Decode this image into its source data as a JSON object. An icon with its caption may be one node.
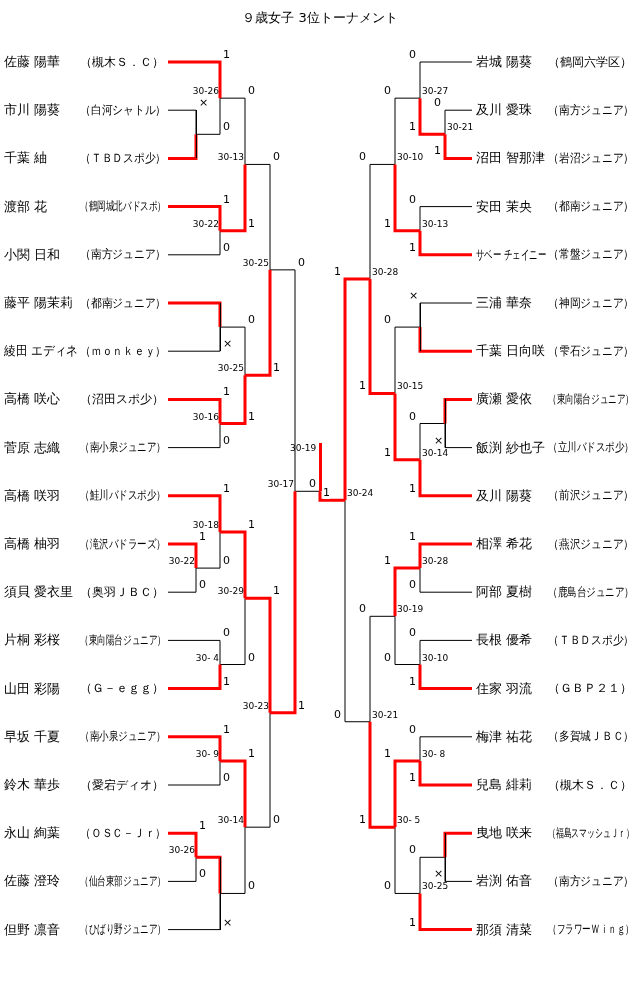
{
  "diagram": {
    "title": "９歳女子 3位トーナメント",
    "nodes": [
      {
        "text": [
          "佐藤 陽華",
          "（槻木Ｓ．Ｃ）"
        ]
      },
      {
        "text": [
          "市川 陽葵",
          "（白河シャトル）"
        ]
      },
      {
        "text": [
          "千葉 紬",
          "（ＴＢＤスポ少）"
        ]
      },
      {
        "text": [
          "渡部 花",
          "（鶴岡城北バドスポ）"
        ]
      },
      {
        "text": [
          "小関 日和",
          "（南方ジュニア）"
        ]
      },
      {
        "text": [
          "藤平 陽茉莉",
          "（都南ジュニア）"
        ]
      },
      {
        "text": [
          "綾田 エディネ",
          "（ｍｏｎｋｅｙ）"
        ]
      },
      {
        "text": [
          "高橋 咲心",
          "（沼田スポ少）"
        ]
      },
      {
        "text": [
          "菅原 志織",
          "（南小泉ジュニア）"
        ]
      },
      {
        "text": [
          "高橋 咲羽",
          "（鮭川バドスポ少）"
        ]
      },
      {
        "text": [
          "高橋 柚羽",
          "（滝沢バドラーズ）"
        ]
      },
      {
        "text": [
          "須貝 愛衣里",
          "（奥羽ＪＢＣ）"
        ]
      },
      {
        "text": [
          "片桐 彩桜",
          "（東向陽台ジュニア）"
        ]
      },
      {
        "text": [
          "山田 彩陽",
          "（Ｇ－ｅｇｇ）"
        ]
      },
      {
        "text": [
          "早坂 千夏",
          "（南小泉ジュニア）"
        ]
      },
      {
        "text": [
          "鈴木 華歩",
          "（愛宕ディオ）"
        ]
      },
      {
        "text": [
          "永山 絢葉",
          "（ＯＳＣ－Ｊｒ）"
        ]
      },
      {
        "text": [
          "佐藤 澄玲",
          "（仙台東部ジュニア）"
        ]
      },
      {
        "text": [
          "但野 凛音",
          "（ひばり野ジュニア）"
        ]
      },
      {
        "text": [
          "岩城 陽葵",
          "（鶴岡六学区）"
        ]
      },
      {
        "text": [
          "及川 愛珠",
          "（南方ジュニア）"
        ]
      },
      {
        "text": [
          "沼田 智那津",
          "（岩沼ジュニア）"
        ]
      },
      {
        "text": [
          "安田 茉央",
          "（都南ジュニア）"
        ]
      },
      {
        "text": [
          "サベー チェイニー",
          "（常盤ジュニア）"
        ]
      },
      {
        "text": [
          "三浦 華奈",
          "（神岡ジュニア）"
        ]
      },
      {
        "text": [
          "千葉 日向咲",
          "（雫石ジュニア）"
        ]
      },
      {
        "text": [
          "廣瀬 愛依",
          "（東向陽台ジュニア）"
        ]
      },
      {
        "text": [
          "飯渕 紗也子",
          "（立川バドスポ少）"
        ]
      },
      {
        "text": [
          "及川 陽葵",
          "（前沢ジュニア）"
        ]
      },
      {
        "text": [
          "相澤 希花",
          "（燕沢ジュニア）"
        ]
      },
      {
        "text": [
          "阿部 夏樹",
          "（鹿島台ジュニア）"
        ]
      },
      {
        "text": [
          "長根 優希",
          "（ＴＢＤスポ少）"
        ]
      },
      {
        "text": [
          "住家 羽流",
          "（ＧＢＰ２１）"
        ]
      },
      {
        "text": [
          "梅津 祐花",
          "（多賀城ＪＢＣ）"
        ]
      },
      {
        "text": [
          "兒島 緋莉",
          "（槻木Ｓ．Ｃ）"
        ]
      },
      {
        "text": [
          "曳地 咲来",
          "（福島スマッシュＪｒ）"
        ]
      },
      {
        "text": [
          "岩渕 佑音",
          "（南方ジュニア）"
        ]
      },
      {
        "text": [
          "那須 清菜",
          "（フラワーＷｉｎｇ）"
        ]
      },
      {
        "text": [],
        "shape": "line"
      },
      {
        "text": [
          "30-26"
        ]
      },
      {
        "text": [
          "30-22"
        ]
      },
      {
        "text": [
          "30-13"
        ]
      },
      {
        "text": [],
        "shape": "line"
      },
      {
        "text": [
          "30-16"
        ]
      },
      {
        "text": [
          "30-25"
        ]
      },
      {
        "text": [
          "30-25"
        ]
      },
      {
        "text": [
          "30-22"
        ]
      },
      {
        "text": [
          "30-18"
        ]
      },
      {
        "text": [
          "30- 4"
        ]
      },
      {
        "text": [
          "30-29"
        ]
      },
      {
        "text": [
          "30- 9"
        ]
      },
      {
        "text": [
          "30-26"
        ]
      },
      {
        "text": [],
        "shape": "line"
      },
      {
        "text": [
          "30-14"
        ]
      },
      {
        "text": [
          "30-23"
        ]
      },
      {
        "text": [
          "30-17"
        ]
      },
      {
        "text": [
          "30-21"
        ]
      },
      {
        "text": [
          "30-27"
        ]
      },
      {
        "text": [
          "30-13"
        ]
      },
      {
        "text": [
          "30-10"
        ]
      },
      {
        "text": [],
        "shape": "line"
      },
      {
        "text": [],
        "shape": "line"
      },
      {
        "text": [
          "30-14"
        ]
      },
      {
        "text": [
          "30-15"
        ]
      },
      {
        "text": [
          "30-28"
        ]
      },
      {
        "text": [
          "30-28"
        ]
      },
      {
        "text": [
          "30-10"
        ]
      },
      {
        "text": [
          "30-19"
        ]
      },
      {
        "text": [
          "30- 8"
        ]
      },
      {
        "text": [],
        "shape": "line"
      },
      {
        "text": [
          "30-25"
        ]
      },
      {
        "text": [
          "30- 5"
        ]
      },
      {
        "text": [
          "30-21"
        ]
      },
      {
        "text": [
          "30-24"
        ]
      },
      {
        "text": [
          "30-19"
        ]
      }
    ],
    "edges": [
      {
        "from": 1,
        "to": 38,
        "arrow": "none",
        "label": "×"
      },
      {
        "from": 2,
        "to": 38,
        "arrow": "none",
        "style": "thick",
        "color": "#ff0000"
      },
      {
        "from": 0,
        "to": 39,
        "arrow": "none",
        "label": "1",
        "style": "thick",
        "color": "#ff0000"
      },
      {
        "from": 38,
        "to": 39,
        "arrow": "none",
        "label": "0"
      },
      {
        "from": 3,
        "to": 40,
        "arrow": "none",
        "label": "1",
        "style": "thick",
        "color": "#ff0000"
      },
      {
        "from": 4,
        "to": 40,
        "arrow": "none",
        "label": "0"
      },
      {
        "from": 39,
        "to": 41,
        "arrow": "none",
        "label": "0"
      },
      {
        "from": 40,
        "to": 41,
        "arrow": "none",
        "label": "1",
        "style": "thick",
        "color": "#ff0000"
      },
      {
        "from": 5,
        "to": 42,
        "arrow": "none",
        "style": "thick",
        "color": "#ff0000"
      },
      {
        "from": 6,
        "to": 42,
        "arrow": "none",
        "label": "×"
      },
      {
        "from": 7,
        "to": 43,
        "arrow": "none",
        "label": "1",
        "style": "thick",
        "color": "#ff0000"
      },
      {
        "from": 8,
        "to": 43,
        "arrow": "none",
        "label": "0"
      },
      {
        "from": 42,
        "to": 44,
        "arrow": "none",
        "label": "0"
      },
      {
        "from": 43,
        "to": 44,
        "arrow": "none",
        "label": "1",
        "style": "thick",
        "color": "#ff0000"
      },
      {
        "from": 41,
        "to": 45,
        "arrow": "none",
        "label": "0"
      },
      {
        "from": 44,
        "to": 45,
        "arrow": "none",
        "label": "1",
        "style": "thick",
        "color": "#ff0000"
      },
      {
        "from": 10,
        "to": 46,
        "arrow": "none",
        "label": "1",
        "style": "thick",
        "color": "#ff0000"
      },
      {
        "from": 11,
        "to": 46,
        "arrow": "none",
        "label": "0"
      },
      {
        "from": 9,
        "to": 47,
        "arrow": "none",
        "label": "1",
        "style": "thick",
        "color": "#ff0000"
      },
      {
        "from": 46,
        "to": 47,
        "arrow": "none",
        "label": "0"
      },
      {
        "from": 12,
        "to": 48,
        "arrow": "none",
        "label": "0"
      },
      {
        "from": 13,
        "to": 48,
        "arrow": "none",
        "label": "1",
        "style": "thick",
        "color": "#ff0000"
      },
      {
        "from": 47,
        "to": 49,
        "arrow": "none",
        "label": "1",
        "style": "thick",
        "color": "#ff0000"
      },
      {
        "from": 48,
        "to": 49,
        "arrow": "none",
        "label": "0"
      },
      {
        "from": 14,
        "to": 50,
        "arrow": "none",
        "label": "1",
        "style": "thick",
        "color": "#ff0000"
      },
      {
        "from": 15,
        "to": 50,
        "arrow": "none",
        "label": "0"
      },
      {
        "from": 16,
        "to": 51,
        "arrow": "none",
        "label": "1",
        "style": "thick",
        "color": "#ff0000"
      },
      {
        "from": 17,
        "to": 51,
        "arrow": "none",
        "label": "0"
      },
      {
        "from": 51,
        "to": 52,
        "arrow": "none",
        "style": "thick",
        "color": "#ff0000"
      },
      {
        "from": 18,
        "to": 52,
        "arrow": "none",
        "label": "×"
      },
      {
        "from": 50,
        "to": 53,
        "arrow": "none",
        "label": "1",
        "style": "thick",
        "color": "#ff0000"
      },
      {
        "from": 52,
        "to": 53,
        "arrow": "none",
        "label": "0"
      },
      {
        "from": 49,
        "to": 54,
        "arrow": "none",
        "label": "1",
        "style": "thick",
        "color": "#ff0000"
      },
      {
        "from": 53,
        "to": 54,
        "arrow": "none",
        "label": "0"
      },
      {
        "from": 45,
        "to": 55,
        "arrow": "none",
        "label": "0"
      },
      {
        "from": 54,
        "to": 55,
        "arrow": "none",
        "label": "1",
        "style": "thick",
        "color": "#ff0000"
      },
      {
        "from": 20,
        "to": 56,
        "arrow": "none",
        "label": "0"
      },
      {
        "from": 21,
        "to": 56,
        "arrow": "none",
        "label": "1",
        "style": "thick",
        "color": "#ff0000"
      },
      {
        "from": 19,
        "to": 57,
        "arrow": "none",
        "label": "0"
      },
      {
        "from": 56,
        "to": 57,
        "arrow": "none",
        "label": "1",
        "style": "thick",
        "color": "#ff0000"
      },
      {
        "from": 22,
        "to": 58,
        "arrow": "none",
        "label": "0"
      },
      {
        "from": 23,
        "to": 58,
        "arrow": "none",
        "label": "1",
        "style": "thick",
        "color": "#ff0000"
      },
      {
        "from": 57,
        "to": 59,
        "arrow": "none",
        "label": "0"
      },
      {
        "from": 58,
        "to": 59,
        "arrow": "none",
        "label": "1",
        "style": "thick",
        "color": "#ff0000"
      },
      {
        "from": 24,
        "to": 60,
        "arrow": "none",
        "label": "×"
      },
      {
        "from": 25,
        "to": 60,
        "arrow": "none",
        "style": "thick",
        "color": "#ff0000"
      },
      {
        "from": 26,
        "to": 61,
        "arrow": "none",
        "style": "thick",
        "color": "#ff0000"
      },
      {
        "from": 27,
        "to": 61,
        "arrow": "none",
        "label": "×"
      },
      {
        "from": 61,
        "to": 62,
        "arrow": "none",
        "label": "0"
      },
      {
        "from": 28,
        "to": 62,
        "arrow": "none",
        "label": "1",
        "style": "thick",
        "color": "#ff0000"
      },
      {
        "from": 60,
        "to": 63,
        "arrow": "none",
        "label": "0"
      },
      {
        "from": 62,
        "to": 63,
        "arrow": "none",
        "label": "1",
        "style": "thick",
        "color": "#ff0000"
      },
      {
        "from": 59,
        "to": 64,
        "arrow": "none",
        "label": "0"
      },
      {
        "from": 63,
        "to": 64,
        "arrow": "none",
        "label": "1",
        "style": "thick",
        "color": "#ff0000"
      },
      {
        "from": 29,
        "to": 65,
        "arrow": "none",
        "label": "1",
        "style": "thick",
        "color": "#ff0000"
      },
      {
        "from": 30,
        "to": 65,
        "arrow": "none",
        "label": "0"
      },
      {
        "from": 31,
        "to": 66,
        "arrow": "none",
        "label": "0"
      },
      {
        "from": 32,
        "to": 66,
        "arrow": "none",
        "label": "1",
        "style": "thick",
        "color": "#ff0000"
      },
      {
        "from": 65,
        "to": 67,
        "arrow": "none",
        "label": "1",
        "style": "thick",
        "color": "#ff0000"
      },
      {
        "from": 66,
        "to": 67,
        "arrow": "none",
        "label": "0"
      },
      {
        "from": 33,
        "to": 68,
        "arrow": "none",
        "label": "0"
      },
      {
        "from": 34,
        "to": 68,
        "arrow": "none",
        "label": "1",
        "style": "thick",
        "color": "#ff0000"
      },
      {
        "from": 35,
        "to": 69,
        "arrow": "none",
        "style": "thick",
        "color": "#ff0000"
      },
      {
        "from": 36,
        "to": 69,
        "arrow": "none",
        "label": "×"
      },
      {
        "from": 69,
        "to": 70,
        "arrow": "none",
        "label": "0"
      },
      {
        "from": 37,
        "to": 70,
        "arrow": "none",
        "label": "1",
        "style": "thick",
        "color": "#ff0000"
      },
      {
        "from": 68,
        "to": 71,
        "arrow": "none",
        "label": "1",
        "style": "thick",
        "color": "#ff0000"
      },
      {
        "from": 70,
        "to": 71,
        "arrow": "none",
        "label": "0"
      },
      {
        "from": 67,
        "to": 72,
        "arrow": "none",
        "label": "0"
      },
      {
        "from": 71,
        "to": 72,
        "arrow": "none",
        "label": "1",
        "style": "thick",
        "color": "#ff0000"
      },
      {
        "from": 64,
        "to": 73,
        "arrow": "none",
        "label": "1",
        "style": "thick",
        "color": "#ff0000"
      },
      {
        "from": 72,
        "to": 73,
        "arrow": "none",
        "label": "0"
      },
      {
        "from": 55,
        "to": 74,
        "arrow": "none",
        "label": "0"
      },
      {
        "from": 73,
        "to": 74,
        "arrow": "none",
        "label": "1",
        "style": "thick",
        "color": "#ff0000"
      }
    ]
  }
}
